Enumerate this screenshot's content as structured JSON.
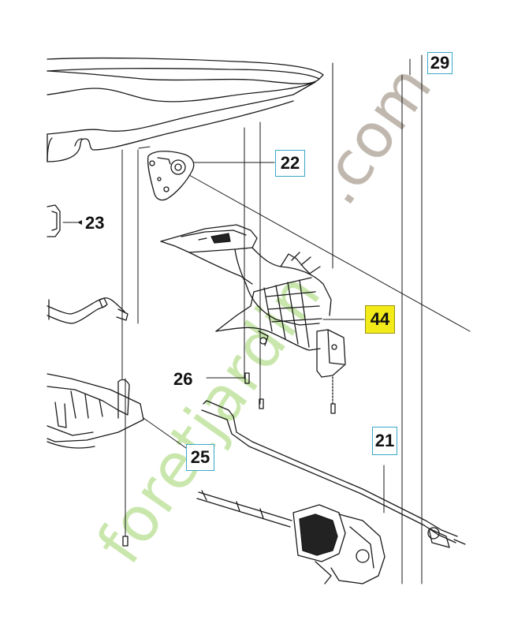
{
  "callouts": {
    "c29": "29",
    "c22": "22",
    "c23": "23",
    "c44": "44",
    "c26": "26",
    "c21": "21",
    "c25": "25"
  },
  "watermark": {
    "text": "foretjardin.com",
    "green": "#c7e6a8",
    "grey": "#bdb5ab"
  },
  "colors": {
    "line": "#1a1a1a",
    "callout_border": "#3aa7c8",
    "highlight": "#f3ea1a"
  }
}
